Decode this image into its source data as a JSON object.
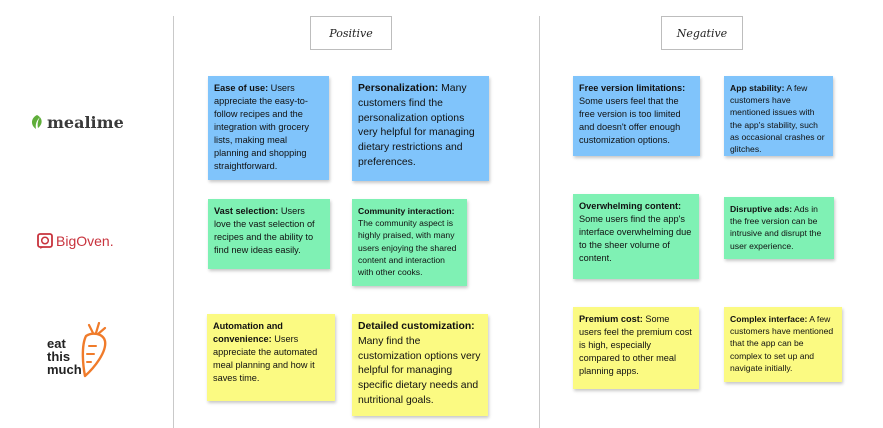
{
  "headers": {
    "positive": "Positive",
    "negative": "Negative"
  },
  "logos": {
    "mealime": "mealime",
    "bigoven": "BigOven.",
    "eatthismuch": [
      "eat",
      "this",
      "much"
    ]
  },
  "colors": {
    "blue": "#80c4fb",
    "green": "#7ff1b4",
    "yellow": "#fbfa82",
    "mealime_green": "#5fae3a",
    "bigoven_red": "#c8333d",
    "etm_orange": "#f07b2a"
  },
  "notes": {
    "mealime_ease": {
      "title": "Ease of use:",
      "text": " Users appreciate the easy-to-follow recipes and the integration with grocery lists, making meal planning and shopping straightforward."
    },
    "mealime_personalization": {
      "title": "Personalization:",
      "text": " Many customers find the personalization options very helpful for managing dietary restrictions and preferences."
    },
    "mealime_free": {
      "title": "Free version limitations:",
      "text": " Some users feel that the free version is too limited and doesn't offer enough customization options."
    },
    "mealime_stability": {
      "title": "App stability:",
      "text": " A few customers have mentioned issues with the app's stability, such as occasional crashes or glitches."
    },
    "bigoven_vast": {
      "title": "Vast selection:",
      "text": " Users love the vast selection of recipes and the ability to find new ideas easily."
    },
    "bigoven_community": {
      "title": "Community interaction:",
      "text": " The community aspect is highly praised, with many users enjoying the shared content and interaction with other cooks."
    },
    "bigoven_overwhelming": {
      "title": "Overwhelming content:",
      "text": " Some users find the app's interface overwhelming due to the sheer volume of content."
    },
    "bigoven_ads": {
      "title": "Disruptive ads:",
      "text": " Ads in the free version can be intrusive and disrupt the user experience."
    },
    "etm_automation": {
      "title": "Automation and convenience:",
      "text": " Users appreciate the automated meal planning and how it saves time."
    },
    "etm_detailed": {
      "title": "Detailed customization:",
      "text": " Many find the customization options very helpful for managing specific dietary needs and nutritional goals."
    },
    "etm_premium": {
      "title": "Premium cost:",
      "text": " Some users feel the premium cost is high, especially compared to other meal planning apps."
    },
    "etm_complex": {
      "title": "Complex interface:",
      "text": " A few customers have mentioned that the app can be complex to set up and navigate initially."
    }
  }
}
